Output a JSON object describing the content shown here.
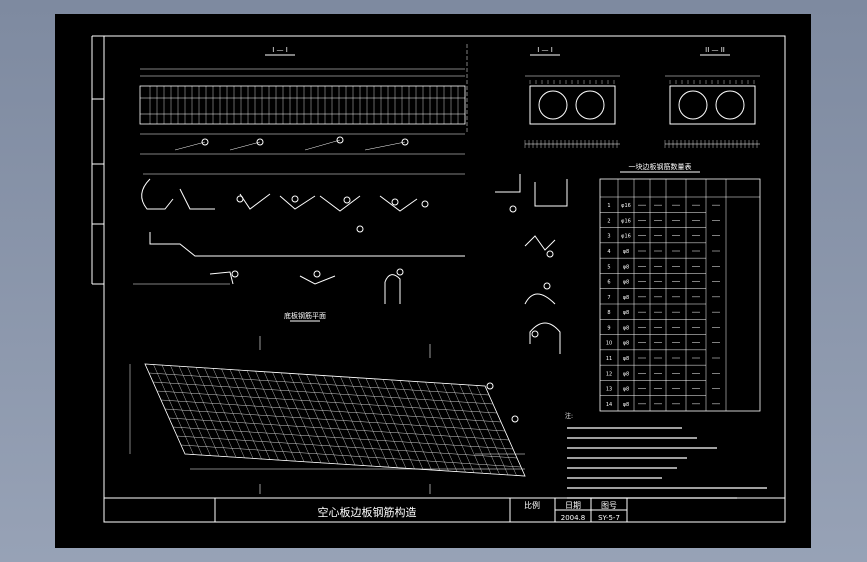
{
  "drawing": {
    "title": "空心板边板钢筋构造",
    "date_label": "日期",
    "date_value": "2004.8",
    "drawing_no_label": "图号",
    "drawing_no_value": "SY-5-7",
    "scale_label": "比例",
    "rebar_table_title": "一块边板钢筋数量表",
    "plan_caption": "底板钢筋平面",
    "notes_label": "注:"
  },
  "sections": {
    "elevation": "I — I",
    "section_left": "I — I",
    "section_right": "II — II"
  },
  "rebar_table": {
    "rows": [
      [
        "1",
        "φ16"
      ],
      [
        "2",
        "φ16"
      ],
      [
        "3",
        "φ16"
      ],
      [
        "4",
        "φ8"
      ],
      [
        "5",
        "φ8"
      ],
      [
        "6",
        "φ8"
      ],
      [
        "7",
        "φ8"
      ],
      [
        "8",
        "φ8"
      ],
      [
        "9",
        "φ8"
      ],
      [
        "10",
        "φ8"
      ],
      [
        "11",
        "φ8"
      ],
      [
        "12",
        "φ8"
      ],
      [
        "13",
        "φ8"
      ],
      [
        "14",
        "φ8"
      ]
    ]
  },
  "colors": {
    "background": "#7e8aa0",
    "sheet": "#000000",
    "linework": "#ffffff"
  }
}
